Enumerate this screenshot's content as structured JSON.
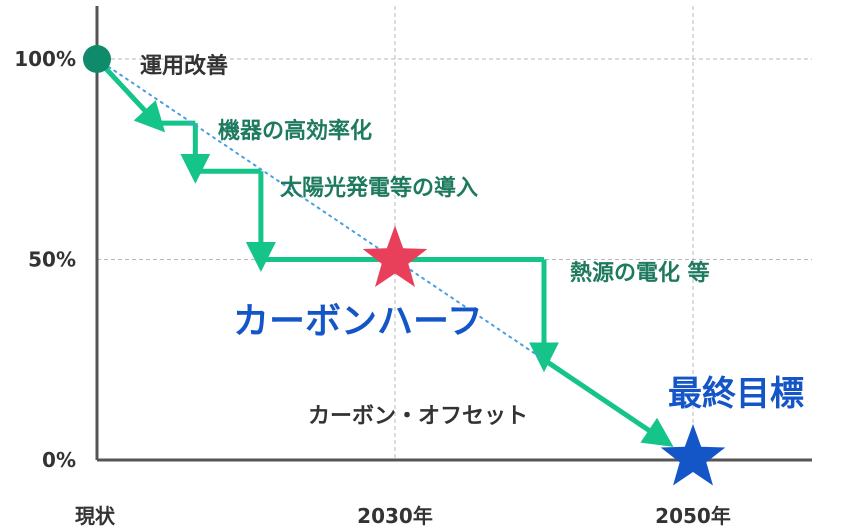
{
  "chart_data": {
    "type": "line",
    "x_ticks": [
      "現状",
      "2030年",
      "2050年"
    ],
    "y_ticks": [
      "100%",
      "50%",
      "0%"
    ],
    "ylim": [
      0,
      100
    ],
    "grid": true,
    "series": [
      {
        "name": "",
        "color": "#14c488",
        "style": "step-arrow",
        "points": [
          {
            "x": 0,
            "y": 100
          },
          {
            "x": 0.2,
            "y": 84
          },
          {
            "x": 0.33,
            "y": 84
          },
          {
            "x": 0.33,
            "y": 72
          },
          {
            "x": 0.55,
            "y": 72
          },
          {
            "x": 0.55,
            "y": 50
          },
          {
            "x": 1.5,
            "y": 50
          },
          {
            "x": 1.5,
            "y": 25
          },
          {
            "x": 1.9,
            "y": 5
          }
        ]
      },
      {
        "name": "",
        "color": "#4a9fe0",
        "style": "dotted",
        "points": [
          {
            "x": 0,
            "y": 100
          },
          {
            "x": 1.5,
            "y": 25
          }
        ]
      }
    ],
    "markers": [
      {
        "shape": "circle",
        "x": 0,
        "y": 100,
        "color": "#0f8a6a"
      },
      {
        "shape": "star",
        "x": 1,
        "y": 50,
        "color": "#e8405a"
      },
      {
        "shape": "star",
        "x": 2,
        "y": 0,
        "color": "#1456c8"
      }
    ],
    "annotations": [
      {
        "text": "運用改善",
        "color": "#333333"
      },
      {
        "text": "機器の高効率化",
        "color": "#1e7a5e"
      },
      {
        "text": "太陽光発電等の導入",
        "color": "#1e7a5e"
      },
      {
        "text": "熱源の電化 等",
        "color": "#1e7a5e"
      },
      {
        "text": "カーボンハーフ",
        "color": "#1456c8"
      },
      {
        "text": "カーボン・オフセット",
        "color": "#333333"
      },
      {
        "text": "最終目標",
        "color": "#1456c8"
      }
    ]
  }
}
